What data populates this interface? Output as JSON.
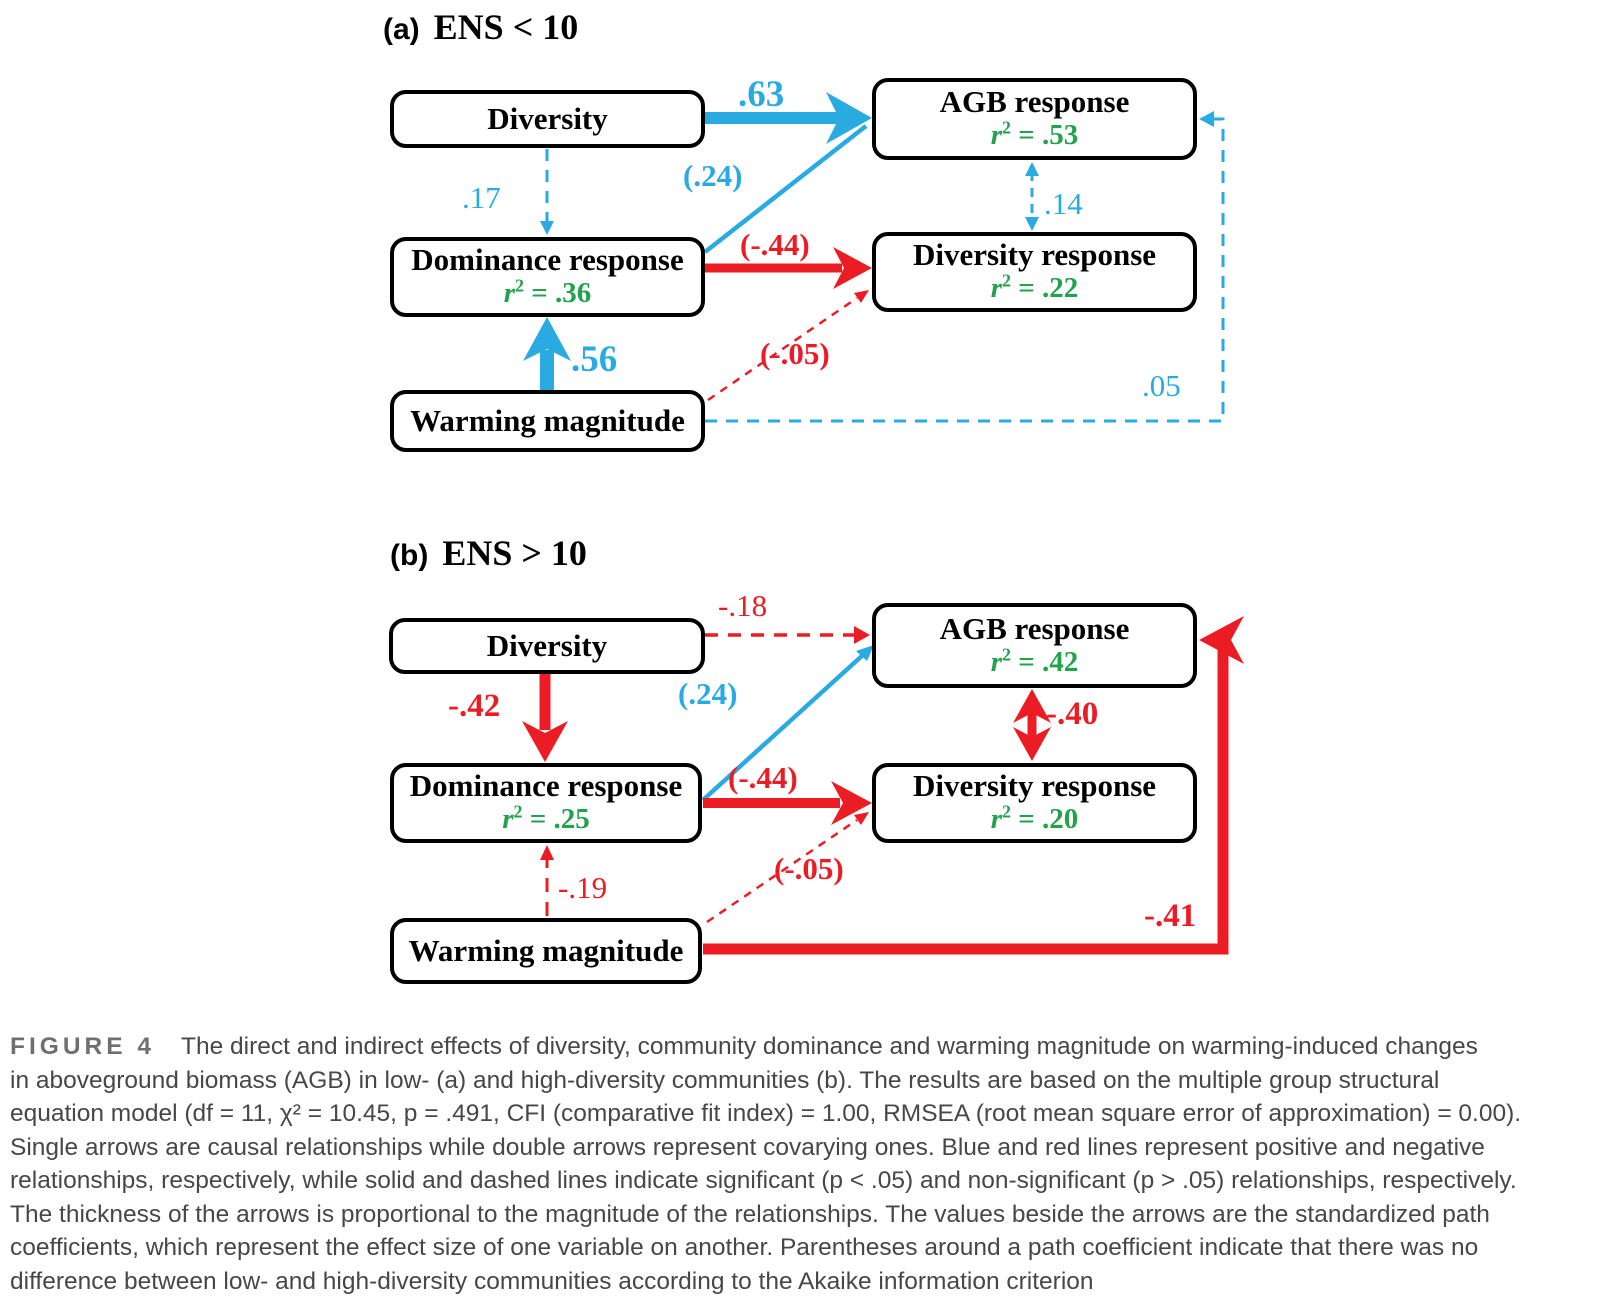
{
  "panels": {
    "a": {
      "label": "(a)",
      "title": "ENS < 10",
      "boxes": {
        "diversity": {
          "title": "Diversity"
        },
        "agb": {
          "title": "AGB response",
          "r2": ".53"
        },
        "dominance": {
          "title": "Dominance response",
          "r2": ".36"
        },
        "diversity_response": {
          "title": "Diversity response",
          "r2": ".22"
        },
        "warming": {
          "title": "Warming magnitude"
        }
      },
      "coefficients": {
        "div_agb": ".63",
        "div_dom": ".17",
        "dom_agb": "(.24)",
        "dom_divresp": "(-.44)",
        "agb_divresp": ".14",
        "warm_dom": ".56",
        "warm_divresp": "(-.05)",
        "warm_agb": ".05"
      }
    },
    "b": {
      "label": "(b)",
      "title": "ENS > 10",
      "boxes": {
        "diversity": {
          "title": "Diversity"
        },
        "agb": {
          "title": "AGB response",
          "r2": ".42"
        },
        "dominance": {
          "title": "Dominance response",
          "r2": ".25"
        },
        "diversity_response": {
          "title": "Diversity response",
          "r2": ".20"
        },
        "warming": {
          "title": "Warming magnitude"
        }
      },
      "coefficients": {
        "div_agb": "-.18",
        "div_dom": "-.42",
        "dom_agb": "(.24)",
        "dom_divresp": "(-.44)",
        "agb_divresp": "-.40",
        "warm_dom": "-.19",
        "warm_divresp": "(-.05)",
        "warm_agb": "-.41"
      }
    }
  },
  "symbols": {
    "r": "r",
    "sup2": "2",
    "eq": " = "
  },
  "colors": {
    "positive_blue": "#29abe2",
    "negative_red": "#ec1c24",
    "r2_green": "#21a24c"
  },
  "caption": {
    "label": "FIGURE 4",
    "lines": [
      "The direct and indirect effects of diversity, community dominance and warming magnitude on warming-induced changes",
      "in aboveground biomass (AGB) in low- (a) and high-diversity communities (b). The results are based on the multiple group structural",
      "equation model (df = 11, χ² = 10.45, p = .491, CFI (comparative fit index) = 1.00, RMSEA (root mean square error of approximation) = 0.00).",
      "Single arrows are causal relationships while double arrows represent covarying ones. Blue and red lines represent positive and negative",
      "relationships, respectively, while solid and dashed lines indicate significant (p < .05) and non-significant (p > .05) relationships, respectively.",
      "The thickness of the arrows is proportional to the magnitude of the relationships. The values beside the arrows are the standardized path",
      "coefficients, which represent the effect size of one variable on another. Parentheses around a path coefficient indicate that there was no",
      "difference between low- and high-diversity communities according to the Akaike information criterion"
    ]
  }
}
